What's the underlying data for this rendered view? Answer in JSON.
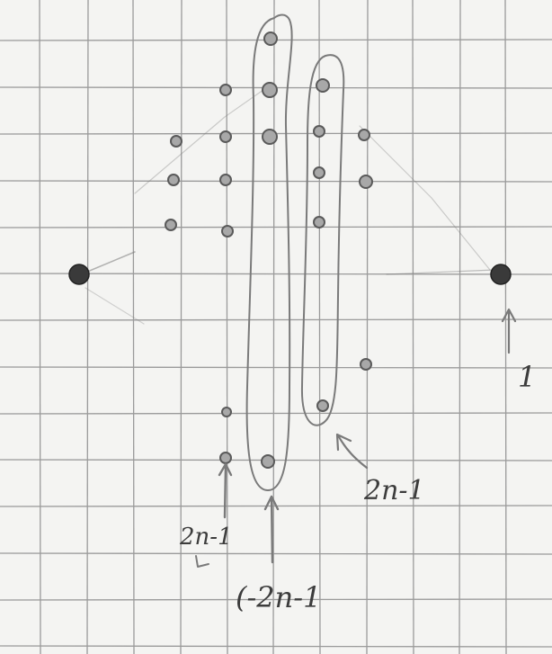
{
  "sketch": {
    "labels": {
      "right_vertex": "1",
      "left_column_bottom": "2n-1",
      "middle_loop_bottom": "(-2n-1",
      "right_loop_bottom": "2n-1"
    }
  },
  "colors": {
    "paper": "#f4f4f2",
    "grid": "#9a9a9a",
    "pencil": "#7a7a7a",
    "dot_fill": "#a8a8a8",
    "dot_stroke": "#5a5a5a",
    "big_dot": "#3a3a3a"
  }
}
